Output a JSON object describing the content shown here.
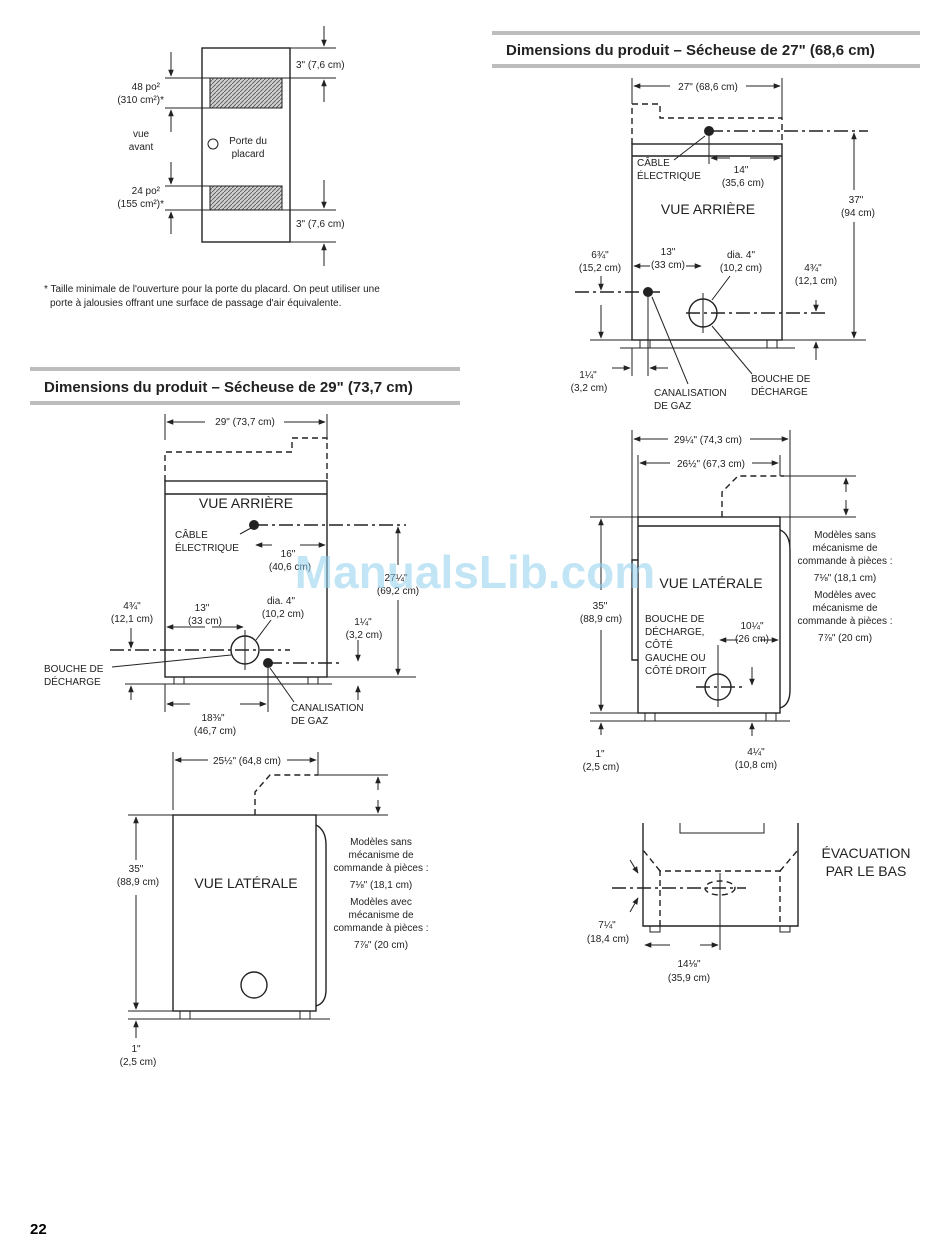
{
  "page": {
    "number": "22",
    "watermark": "ManualsLib.com"
  },
  "closet": {
    "top_vent_area": "48 po²",
    "top_vent_area_metric": "(310 cm²)*",
    "front_view_1": "vue",
    "front_view_2": "avant",
    "door_1": "Porte du",
    "door_2": "placard",
    "bottom_vent_area": "24 po²",
    "bottom_vent_area_metric": "(155 cm²)*",
    "top_clearance": "3\" (7,6 cm)",
    "bottom_clearance": "3\" (7,6 cm)",
    "footnote_1": "* Taille minimale de l'ouverture pour la porte du placard. On peut utiliser une",
    "footnote_2": "porte à jalousies offrant une surface de passage d'air équivalente."
  },
  "dryer29": {
    "heading": "Dimensions du produit – Sécheuse de 29\" (73,7 cm)",
    "rear": {
      "width": "29\" (73,7 cm)",
      "view_title": "VUE ARRIÈRE",
      "cable_1": "CÂBLE",
      "cable_2": "ÉLECTRIQUE",
      "cable_offset_1": "16\"",
      "cable_offset_2": "(40,6 cm)",
      "height_1": "27¼\"",
      "height_2": "(69,2 cm)",
      "exhaust_height_1": "4¾\"",
      "exhaust_height_2": "(12,1 cm)",
      "exhaust_offset_1": "13\"",
      "exhaust_offset_2": "(33 cm)",
      "exhaust_dia_1": "dia. 4\"",
      "exhaust_dia_2": "(10,2 cm)",
      "gas_height_1": "1¼\"",
      "gas_height_2": "(3,2 cm)",
      "exhaust_label_1": "BOUCHE DE",
      "exhaust_label_2": "DÉCHARGE",
      "gas_label_1": "CANALISATION",
      "gas_label_2": "DE GAZ",
      "gas_offset_1": "18⅜\"",
      "gas_offset_2": "(46,7 cm)"
    },
    "side": {
      "depth": "25½\" (64,8 cm)",
      "view_title": "VUE LATÉRALE",
      "height_1": "35\"",
      "height_2": "(88,9 cm)",
      "models_without_1": "Modèles sans",
      "models_without_2": "mécanisme de",
      "models_without_3": "commande à pièces :",
      "models_without_val": "7⅛\" (18,1 cm)",
      "models_with_1": "Modèles avec",
      "models_with_2": "mécanisme de",
      "models_with_3": "commande à pièces :",
      "models_with_val": "7⅞\" (20 cm)",
      "feet_1": "1\"",
      "feet_2": "(2,5 cm)"
    }
  },
  "dryer27": {
    "heading": "Dimensions du produit – Sécheuse de 27\" (68,6 cm)",
    "rear": {
      "width": "27\" (68,6 cm)",
      "view_title": "VUE ARRIÈRE",
      "cable_1": "CÂBLE",
      "cable_2": "ÉLECTRIQUE",
      "cable_offset_1": "14\"",
      "cable_offset_2": "(35,6 cm)",
      "height_1": "37\"",
      "height_2": "(94 cm)",
      "gas_height_1": "6¾\"",
      "gas_height_2": "(15,2 cm)",
      "exhaust_offset_1": "13\"",
      "exhaust_offset_2": "(33 cm)",
      "exhaust_dia_1": "dia. 4\"",
      "exhaust_dia_2": "(10,2 cm)",
      "exhaust_height_1": "4¾\"",
      "exhaust_height_2": "(12,1 cm)",
      "gas_side_1": "1¼\"",
      "gas_side_2": "(3,2 cm)",
      "gas_label_1": "CANALISATION",
      "gas_label_2": "DE GAZ",
      "exhaust_label_1": "BOUCHE DE",
      "exhaust_label_2": "DÉCHARGE"
    },
    "side": {
      "overall_depth": "29¼\" (74,3 cm)",
      "cabinet_depth": "26½\" (67,3 cm)",
      "view_title": "VUE LATÉRALE",
      "height_1": "35\"",
      "height_2": "(88,9 cm)",
      "exhaust_1": "BOUCHE DE",
      "exhaust_2": "DÉCHARGE,",
      "exhaust_3": "CÔTÉ",
      "exhaust_4": "GAUCHE OU",
      "exhaust_5": "CÔTÉ DROIT",
      "exhaust_offset_1": "10¼\"",
      "exhaust_offset_2": "(26 cm)",
      "models_without_1": "Modèles sans",
      "models_without_2": "mécanisme de",
      "models_without_3": "commande à pièces :",
      "models_without_val": "7⅛\" (18,1 cm)",
      "models_with_1": "Modèles avec",
      "models_with_2": "mécanisme de",
      "models_with_3": "commande à pièces :",
      "models_with_val": "7⅞\" (20 cm)",
      "feet_1": "1\"",
      "feet_2": "(2,5 cm)",
      "exhaust_height_1": "4¼\"",
      "exhaust_height_2": "(10,8 cm)"
    },
    "bottom": {
      "title_1": "ÉVACUATION",
      "title_2": "PAR LE BAS",
      "depth_1": "7¼\"",
      "depth_2": "(18,4 cm)",
      "offset_1": "14⅛\"",
      "offset_2": "(35,9 cm)"
    }
  }
}
